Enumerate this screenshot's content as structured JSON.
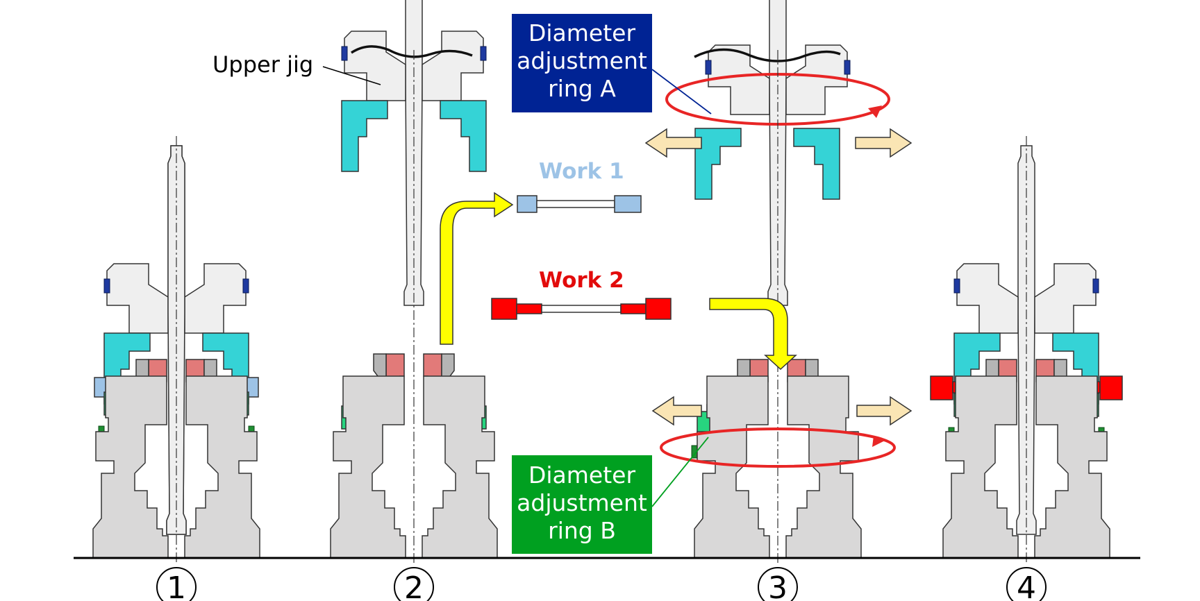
{
  "labels": {
    "upper_jig": "Upper jig",
    "work1": "Work 1",
    "work2": "Work 2",
    "ring_a": [
      "Diameter",
      "adjustment",
      "ring A"
    ],
    "ring_b": [
      "Diameter",
      "adjustment",
      "ring B"
    ]
  },
  "steps": [
    "①",
    "②",
    "③",
    "④"
  ],
  "colors": {
    "body_gray": "#d9d8d8",
    "light_gray": "#efefef",
    "cyan": "#35d3d6",
    "green": "#27d47f",
    "pink": "#e27a79",
    "dark_gray": "#b5b5b5",
    "blue_ring": "#1f3aa0",
    "green_ring": "#1f8f32",
    "work1": "#9dc3e6",
    "work2": "#ff0000",
    "ring_a_box": "#002394",
    "ring_b_box": "#00a020",
    "yellow": "#ffff00",
    "tan": "#fae5b4",
    "red_arrow": "#e82525",
    "work1_text": "#9dc3e6",
    "work2_text": "#e20b0b"
  }
}
